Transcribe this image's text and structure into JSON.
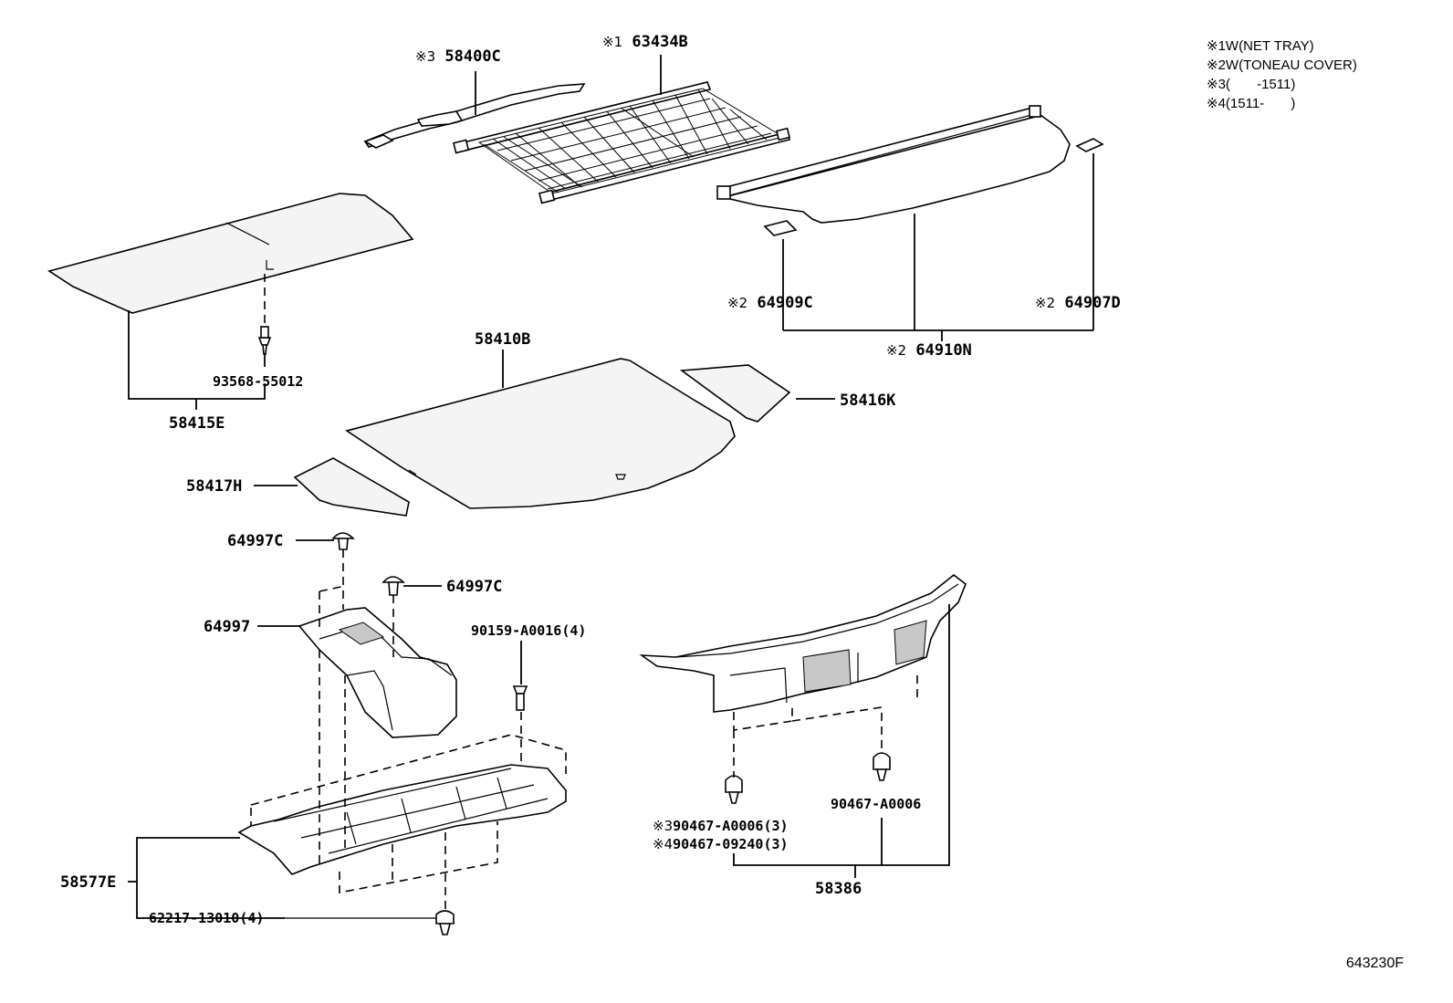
{
  "legend": [
    {
      "mark": "※1",
      "text": "W(NET TRAY)"
    },
    {
      "mark": "※2",
      "text": "W(TONEAU COVER)"
    },
    {
      "mark": "※3",
      "text": "(       -1511)"
    },
    {
      "mark": "※4",
      "text": "(1511-       )"
    }
  ],
  "figure_id": "643230F",
  "parts": {
    "p58400C": {
      "mark": "※3",
      "number": "58400C"
    },
    "p63434B": {
      "mark": "※1",
      "number": "63434B"
    },
    "p64909C": {
      "mark": "※2",
      "number": "64909C"
    },
    "p64907D": {
      "mark": "※2",
      "number": "64907D"
    },
    "p64910N": {
      "mark": "※2",
      "number": "64910N"
    },
    "p58410B": {
      "number": "58410B"
    },
    "p58416K": {
      "number": "58416K"
    },
    "p93568": {
      "number": "93568-55012"
    },
    "p58415E": {
      "number": "58415E"
    },
    "p58417H": {
      "number": "58417H"
    },
    "p64997C_a": {
      "number": "64997C"
    },
    "p64997C_b": {
      "number": "64997C"
    },
    "p64997": {
      "number": "64997"
    },
    "p90159": {
      "number": "90159-A0016(4)"
    },
    "p58577E": {
      "number": "58577E"
    },
    "p62217": {
      "number": "62217-13010(4)"
    },
    "p90467_3": {
      "mark": "※3",
      "number": "90467-A0006(3)"
    },
    "p90467_4": {
      "mark": "※4",
      "number": "90467-09240(3)"
    },
    "p90467": {
      "number": "90467-A0006"
    },
    "p58386": {
      "number": "58386"
    }
  }
}
